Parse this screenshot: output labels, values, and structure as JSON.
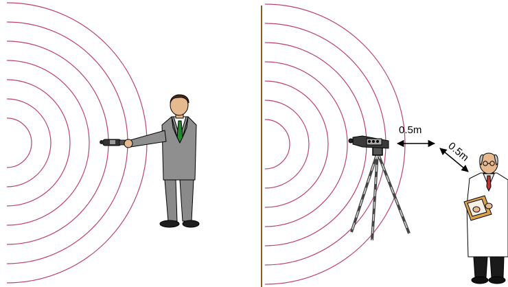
{
  "left_panel": {
    "wave_count": 7,
    "icons": [
      "sound-level-meter-icon",
      "person-in-suit-icon"
    ]
  },
  "right_panel": {
    "wave_count": 7,
    "icons": [
      "sound-level-meter-icon",
      "tripod-icon",
      "doctor-with-clipboard-icon"
    ],
    "distance_label_horizontal": "0.5m",
    "distance_label_diagonal": "0.5m"
  },
  "colors": {
    "wave_arc": "#c0406c",
    "wall": "#8a5a22",
    "suit": "#8f8f8f",
    "tie": "#1f8a2e",
    "lab_coat": "#ffffff",
    "clipboard": "#d9a24a",
    "ink": "#000000"
  }
}
